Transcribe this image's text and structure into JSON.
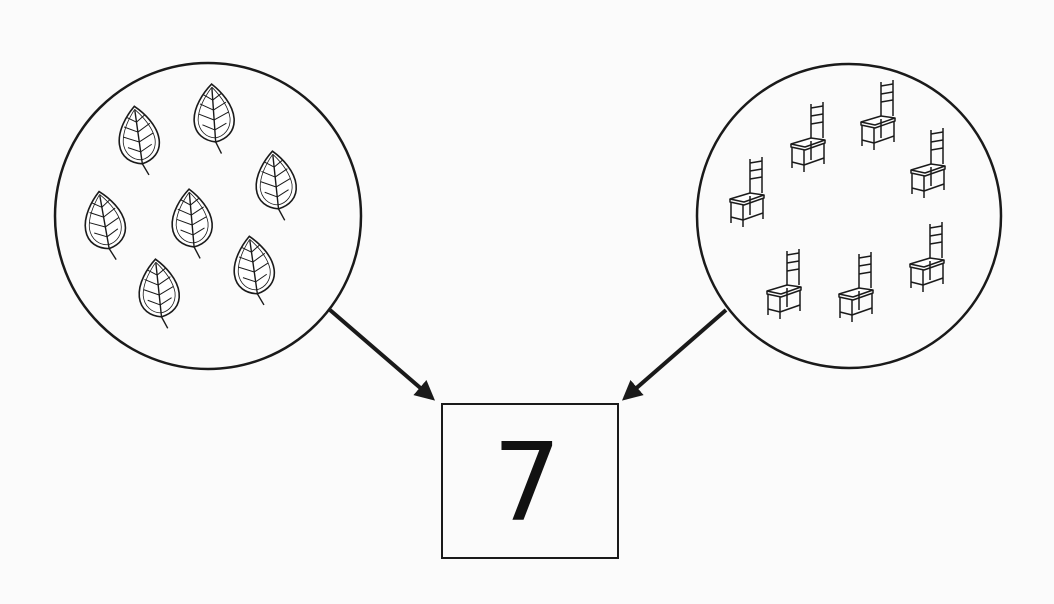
{
  "counting_diagram": {
    "left_group": {
      "object": "leaf",
      "count": 7,
      "icon": "leaf-icon"
    },
    "right_group": {
      "object": "chair",
      "count": 7,
      "icon": "chair-icon"
    },
    "answer_box": {
      "number": "7"
    }
  },
  "colors": {
    "background": "#fbfbfb",
    "line": "#1a1a1a"
  }
}
